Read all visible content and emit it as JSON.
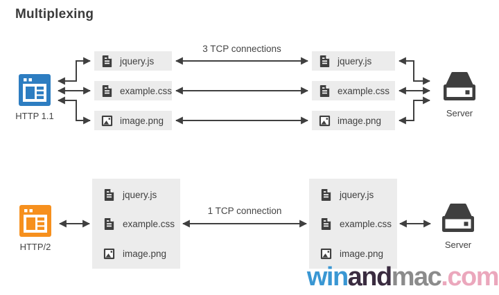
{
  "title": "Multiplexing",
  "colors": {
    "http11": "#2d7dc1",
    "http2": "#f6901e",
    "ink": "#3f3f3f",
    "chip_bg": "#ececec",
    "wm_win": "#3a97d3",
    "wm_and": "#3a2c40",
    "wm_mac": "#8b8b8b",
    "wm_com": "#eba7bc"
  },
  "icons": {
    "client": "browser-icon",
    "script_file": "file-text-icon",
    "image_file": "image-icon",
    "server": "server-icon"
  },
  "top": {
    "client_label": "HTTP 1.1",
    "connection_label": "3 TCP connections",
    "files": [
      "jquery.js",
      "example.css",
      "image.png"
    ],
    "server_label": "Server"
  },
  "bottom": {
    "client_label": "HTTP/2",
    "connection_label": "1 TCP connection",
    "files": [
      "jquery.js",
      "example.css",
      "image.png"
    ],
    "server_label": "Server"
  },
  "watermark": {
    "win": "win",
    "and": "and",
    "mac": "mac",
    "com": ".com"
  }
}
